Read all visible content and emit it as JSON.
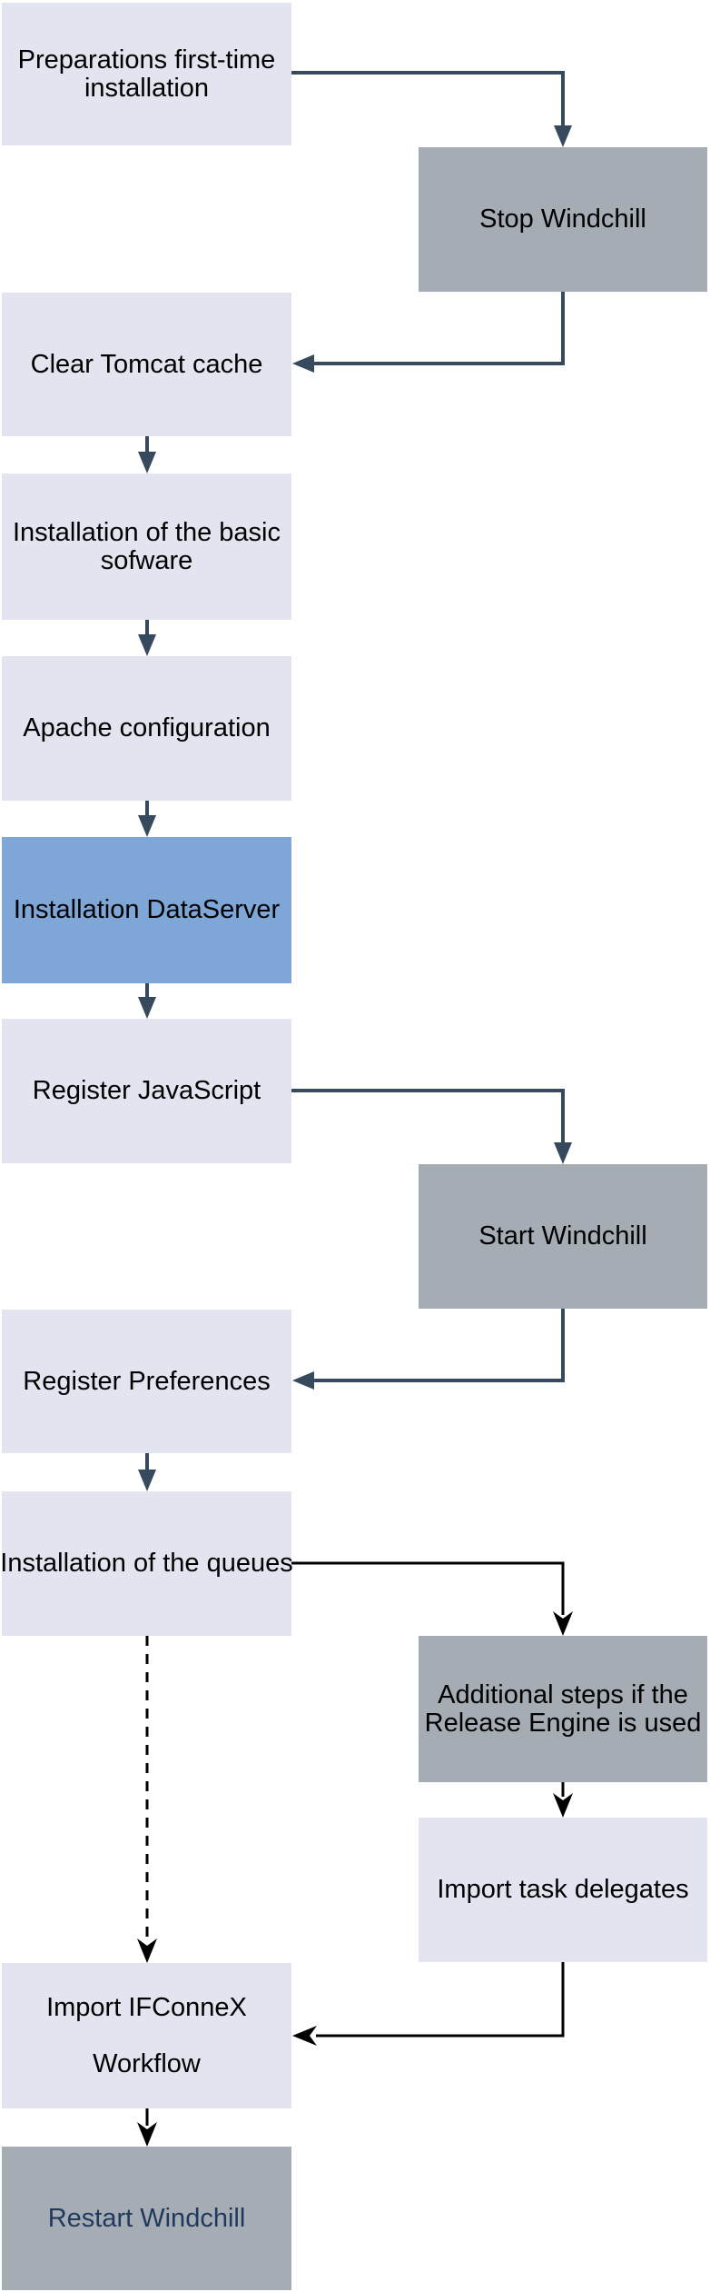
{
  "diagram": {
    "nodes": {
      "preparations": {
        "label": "Preparations first-time\ninstallation"
      },
      "stop_windchill": {
        "label": "Stop Windchill"
      },
      "clear_tomcat": {
        "label": "Clear Tomcat cache"
      },
      "basic_software": {
        "label": "Installation of the basic\nsofware"
      },
      "apache_config": {
        "label": "Apache configuration"
      },
      "dataserver": {
        "label": "Installation DataServer"
      },
      "register_js": {
        "label": "Register JavaScript"
      },
      "start_windchill": {
        "label": "Start Windchill"
      },
      "register_prefs": {
        "label": "Register Preferences"
      },
      "queues": {
        "label": "Installation of the queues"
      },
      "release_engine": {
        "label": "Additional steps if the\nRelease Engine is used"
      },
      "task_delegates": {
        "label": "Import task delegates"
      },
      "ifconnex": {
        "label": "Import IFConneX\n\nWorkflow"
      },
      "restart_windchill": {
        "label": "Restart Windchill"
      }
    },
    "colors": {
      "background": "#ffffff",
      "light_box": "#e2e5ef",
      "gray_box": "#a6acb4",
      "blue_box": "#7ea7d8",
      "text": "#000000",
      "restart_text": "#203a5e",
      "slate_connector": "#36495d",
      "black_connector": "#000000"
    }
  }
}
